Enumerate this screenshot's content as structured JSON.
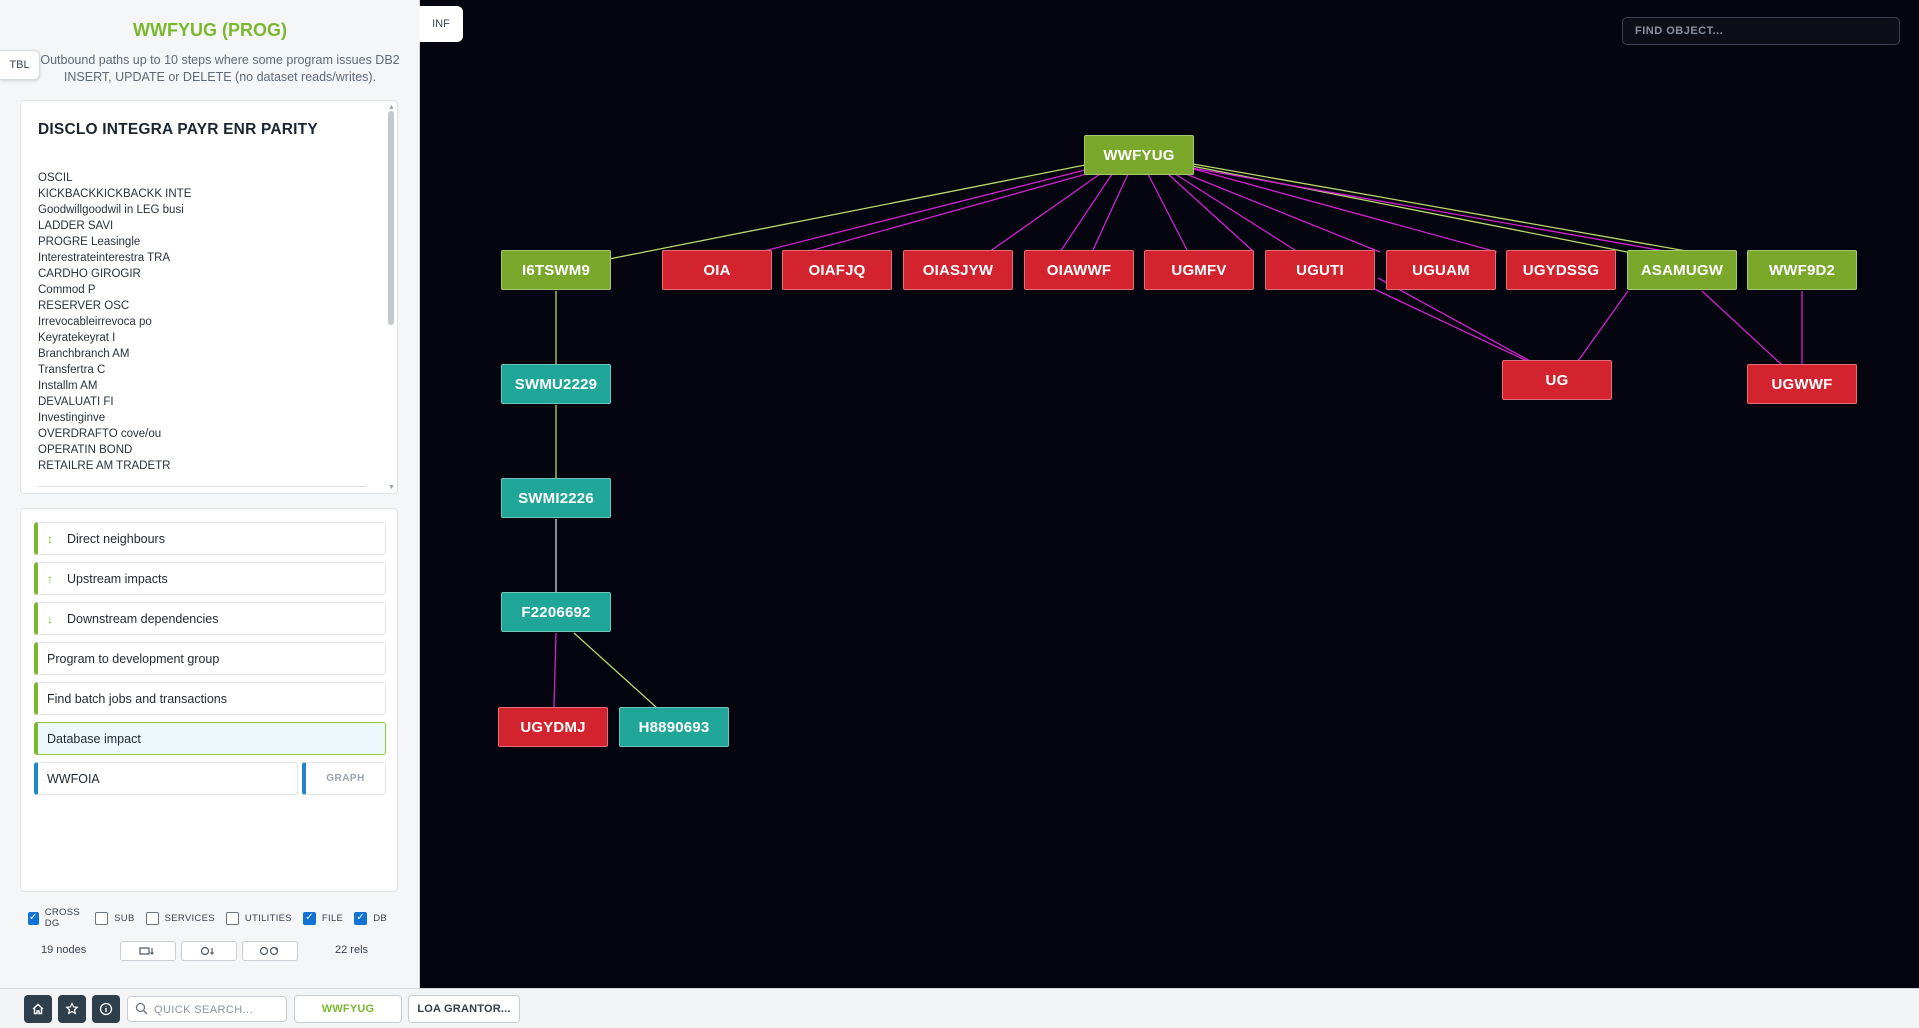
{
  "panel": {
    "title": "WWFYUG (PROG)",
    "subtitle": "Outbound paths up to 10 steps where some program issues DB2 INSERT, UPDATE or DELETE (no dataset reads/writes).",
    "tbl_tab": "TBL"
  },
  "info": {
    "title": "DISCLO INTEGRA PAYR ENR PARITY",
    "lines": [
      "OSCIL",
      "KICKBACKKICKBACKK INTE",
      "Goodwillgoodwil in LEG busi",
      "LADDER SAVI",
      "PROGRE Leasingle",
      "Interestrateinterestra TRA",
      "CARDHO GIROGIR",
      "Commod P",
      "RESERVER OSC",
      "Irrevocableirrevoca po",
      "Keyratekeyrat I",
      "Branchbranch AM",
      "Transfertra C",
      "Installm AM",
      "DEVALUATI FI",
      "Investinginve",
      "OVERDRAFTO cove/ou",
      "OPERATIN BOND",
      "RETAILRE AM TRADETR"
    ]
  },
  "actions": {
    "direct": "Direct neighbours",
    "upstream": "Upstream impacts",
    "downstream": "Downstream dependencies",
    "devgroup": "Program to development group",
    "batch": "Find batch jobs and transactions",
    "dbimpact": "Database impact",
    "search_value": "WWFOIA",
    "graph_label": "GRAPH"
  },
  "filters": {
    "cross_dg": "CROSS DG",
    "sub": "SUB",
    "services": "SERVICES",
    "utilities": "UTILITIES",
    "file": "FILE",
    "db": "DB"
  },
  "stats": {
    "nodes": "19 nodes",
    "rels": "22 rels"
  },
  "graph": {
    "inf_tab": "INF",
    "find_placeholder": "FIND OBJECT...",
    "colors": {
      "program": "#7aa82a",
      "db_table": "#d2232e",
      "dataset": "#1fa698",
      "edge_db": "#d020d0",
      "edge_call": "#b8d86a"
    },
    "nodes": {
      "WWFYUG": "WWFYUG",
      "I6TSWM9": "I6TSWM9",
      "OIA": "OIA",
      "OIAFJQ": "OIAFJQ",
      "OIASJYW": "OIASJYW",
      "OIAWWF": "OIAWWF",
      "UGMFV": "UGMFV",
      "UGUTI": "UGUTI",
      "UGUAM": "UGUAM",
      "UGYDSSG": "UGYDSSG",
      "ASAMUGW": "ASAMUGW",
      "WWF9D2": "WWF9D2",
      "UG": "UG",
      "UGWWF": "UGWWF",
      "SWMU2229": "SWMU2229",
      "SWMI2226": "SWMI2226",
      "F2206692": "F2206692",
      "UGYDMJ": "UGYDMJ",
      "H8890693": "H8890693"
    }
  },
  "bottom": {
    "quick_search_placeholder": "QUICK SEARCH...",
    "tab1": "WWFYUG",
    "tab2": "LOA GRANTOR..."
  }
}
